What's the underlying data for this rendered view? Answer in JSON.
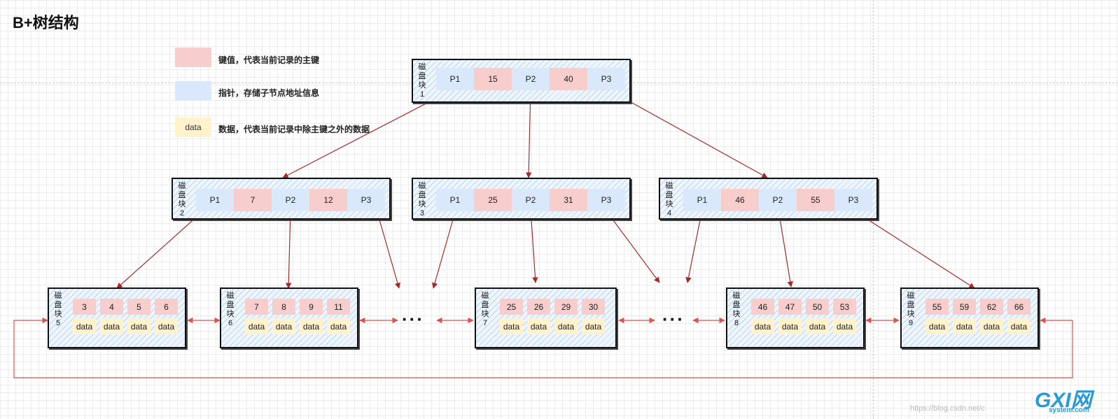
{
  "title": "B+树结构",
  "legend": {
    "key_text": "键值，代表当前记录的主键",
    "pointer_text": "指针，存储子节点地址信息",
    "data_box": "data",
    "data_text": "数据，代表当前记录中除主键之外的数据"
  },
  "blocks": [
    {
      "label": "磁盘块1",
      "cells": [
        "P1",
        "15",
        "P2",
        "40",
        "P3"
      ]
    },
    {
      "label": "磁盘块2",
      "cells": [
        "P1",
        "7",
        "P2",
        "12",
        "P3"
      ]
    },
    {
      "label": "磁盘块3",
      "cells": [
        "P1",
        "25",
        "P2",
        "31",
        "P3"
      ]
    },
    {
      "label": "磁盘块4",
      "cells": [
        "P1",
        "46",
        "P2",
        "55",
        "P3"
      ]
    }
  ],
  "leaves": [
    {
      "label": "磁盘块5",
      "keys": [
        "3",
        "4",
        "5",
        "6"
      ],
      "data": [
        "data",
        "data",
        "data",
        "data"
      ]
    },
    {
      "label": "磁盘块6",
      "keys": [
        "7",
        "8",
        "9",
        "11"
      ],
      "data": [
        "data",
        "data",
        "data",
        "data"
      ]
    },
    {
      "label": "磁盘块7",
      "keys": [
        "25",
        "26",
        "29",
        "30"
      ],
      "data": [
        "data",
        "data",
        "data",
        "data"
      ]
    },
    {
      "label": "磁盘块8",
      "keys": [
        "46",
        "47",
        "50",
        "53"
      ],
      "data": [
        "data",
        "data",
        "data",
        "data"
      ]
    },
    {
      "label": "磁盘块9",
      "keys": [
        "55",
        "59",
        "62",
        "66"
      ],
      "data": [
        "data",
        "data",
        "data",
        "data"
      ]
    }
  ],
  "ellipsis": "···",
  "watermark": "https://blog.csdn.net/c",
  "logo": {
    "main": "GXI网",
    "sub": "system.com"
  },
  "colors": {
    "key": "#f8cecc",
    "pointer": "#dae8fc",
    "data": "#fff2cc",
    "arrow": "#a52a2a",
    "link": "#d9534f"
  }
}
